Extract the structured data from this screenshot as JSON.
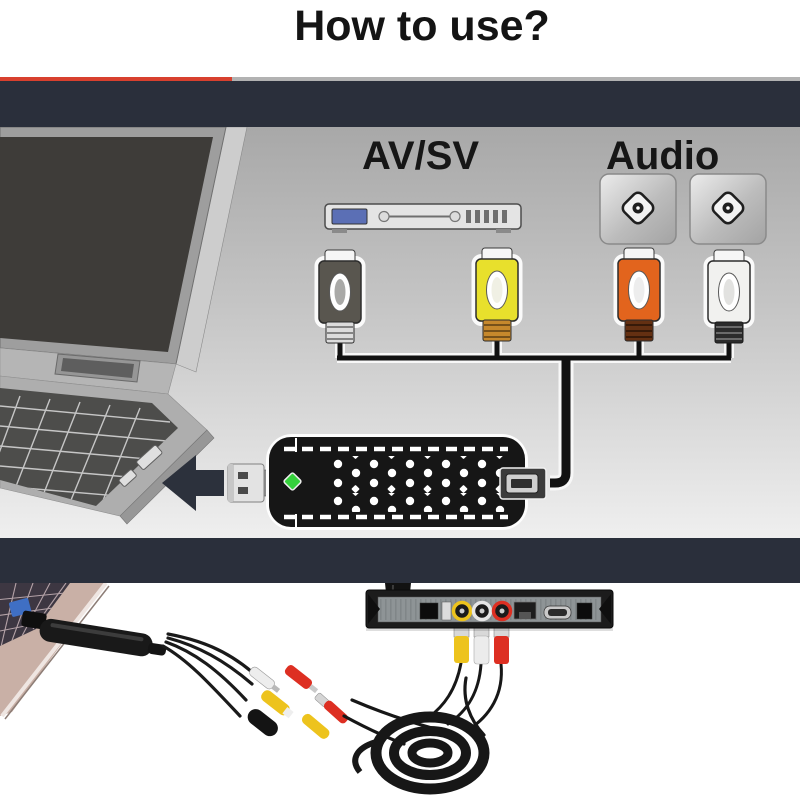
{
  "title": "How to use?",
  "labels": {
    "av_sv": "AV/SV",
    "audio": "Audio"
  },
  "icons": [
    "laptop",
    "dvd-player",
    "audio-socket",
    "s-video-plug",
    "rca-plug-yellow",
    "rca-plug-orange",
    "rca-plug-white",
    "usb-capture-stick",
    "usb-plug",
    "left-arrow",
    "cable-bus",
    "set-top-box",
    "rca-cable-coil"
  ],
  "colors": {
    "text_dark": "#141414",
    "accent_red": "#d8402e",
    "band_navy": "#2a2f3b",
    "canvas_top": "#a8a8a8",
    "canvas_bottom": "#efefef",
    "led_green": "#35d13c",
    "video_yellow": "#e8e02c",
    "audio_orange": "#e2641d",
    "audio_white": "#f1f1ef",
    "svideo_gray": "#59564f",
    "rca_yellow": "#edc31d",
    "rca_red": "#dd2f22"
  }
}
